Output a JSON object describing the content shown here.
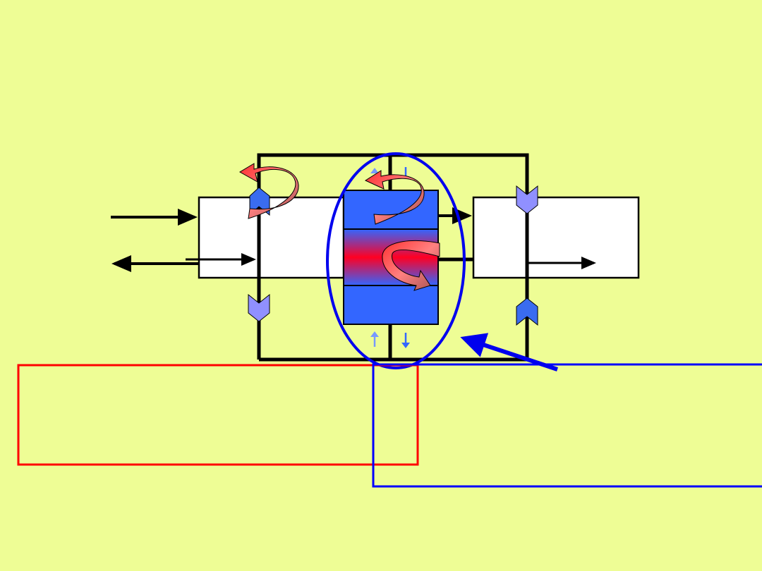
{
  "colors": {
    "background": "#eefd95",
    "cell_blue": "#3366ff",
    "cell_hot": "#ff0022",
    "valve_dark": "#3a6cf0",
    "valve_light": "#9090ff",
    "ellipse": "#0000ee",
    "red_box": "#ff0000",
    "blue_box": "#0000ff",
    "curl_arrow": "#ff4040"
  },
  "icons": [
    "valve-up",
    "valve-down",
    "curved-heat-arrow",
    "flow-arrow"
  ]
}
